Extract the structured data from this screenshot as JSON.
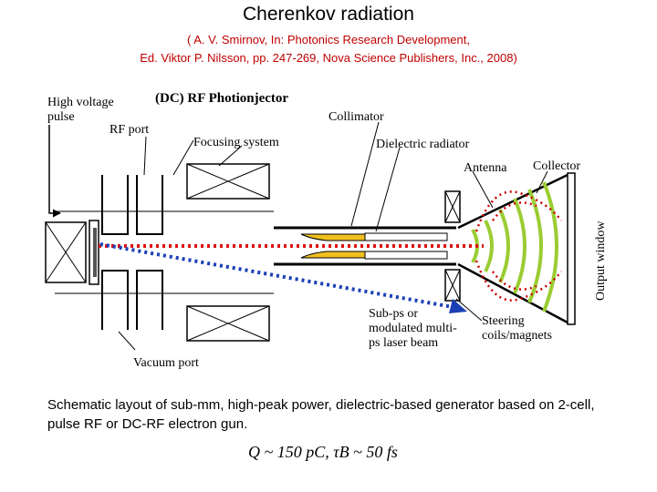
{
  "slide": {
    "title": "Cherenkov radiation",
    "citation_line1": "( A. V. Smirnov, In: Photonics Research Development,",
    "citation_line2": "Ed. Viktor P. Nilsson, pp. 247-269, Nova Science Publishers, Inc., 2008)",
    "caption": "Schematic layout of sub-mm, high-peak power, dielectric-based generator based on 2-cell, pulse RF or DC-RF electron gun.",
    "formula": "Q ~ 150 pC,  τB ~ 50 fs"
  },
  "diagram": {
    "labels": {
      "high_voltage_1": "High voltage",
      "high_voltage_2": "pulse",
      "photoinjector": "(DC) RF Photionjector",
      "rf_port": "RF port",
      "focusing": "Focusing system",
      "collimator": "Collimator",
      "dielectric": "Dielectric radiator",
      "antenna": "Antenna",
      "collector": "Collector",
      "output_window": "Output window",
      "laser_1": "Sub-ps or",
      "laser_2": "modulated multi-",
      "laser_3": "ps laser beam",
      "steering_1": "Steering",
      "steering_2": "coils/magnets",
      "vacuum": "Vacuum port"
    },
    "colors": {
      "electron_beam": "#dd1111",
      "laser_beam": "#1a3fb5",
      "dielectric": "#f0c020",
      "radiation": "#9acd32",
      "field_lines": "#cc0000"
    }
  }
}
